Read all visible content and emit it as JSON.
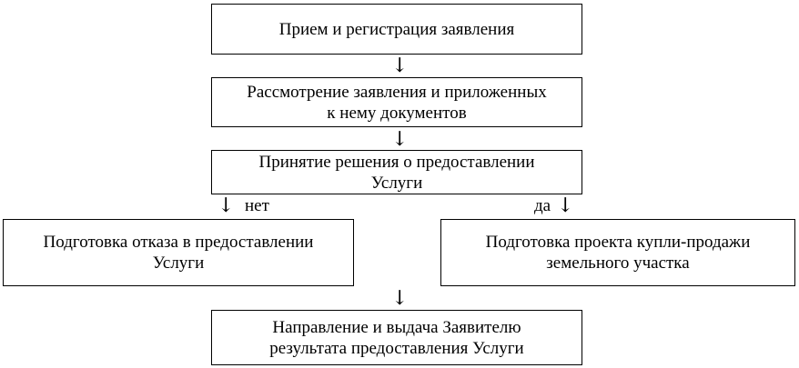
{
  "steps": {
    "receive": "Прием и регистрация заявления",
    "review_line1": "Рассмотрение заявления и приложенных",
    "review_line2": "к нему документов",
    "decision_line1": "Принятие решения о предоставлении",
    "decision_line2": "Услуги",
    "refuse_line1": "Подготовка отказа в предоставлении",
    "refuse_line2": "Услуги",
    "contract_line1": "Подготовка проекта купли-продажи",
    "contract_line2": "земельного участка",
    "issue_line1": "Направление и выдача Заявителю",
    "issue_line2": "результата предоставления Услуги"
  },
  "branches": {
    "no": "нет",
    "yes": "да"
  },
  "arrow_glyph": "↓"
}
